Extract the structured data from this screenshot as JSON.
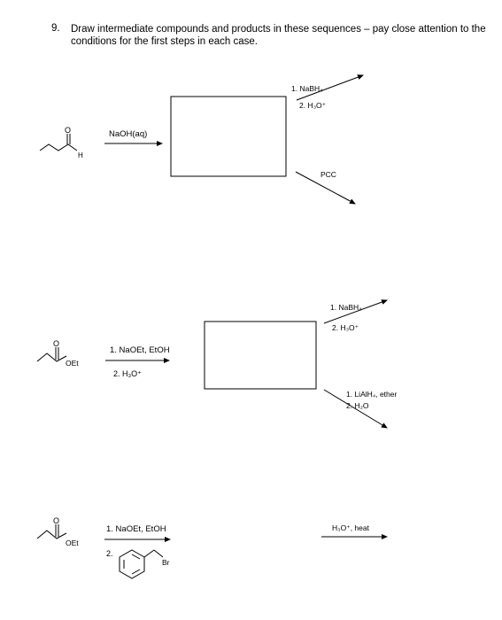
{
  "question": {
    "number": "9.",
    "text": "Draw intermediate compounds and products in these sequences – pay close attention to the conditions for the first steps in each case."
  },
  "scheme1": {
    "start_label_O": "O",
    "start_label_H": "H",
    "reagent": "NaOH(aq)",
    "upper_step1": "1. NaBH₄",
    "upper_step2": "2. H₃O⁺",
    "lower_reagent": "PCC"
  },
  "scheme2": {
    "start_label_O": "O",
    "start_label_OEt": "OEt",
    "reagent_step1": "1. NaOEt, EtOH",
    "reagent_step2": "2. H₃O⁺",
    "upper_step1": "1. NaBH₄",
    "upper_step2": "2. H₃O⁺",
    "lower_step1": "1. LiAlH₄, ether",
    "lower_step2": "2. H₂O"
  },
  "scheme3": {
    "start_label_O": "O",
    "start_label_OEt": "OEt",
    "reagent_step1": "1. NaOEt, EtOH",
    "reagent_step2": "2.",
    "benzyl_label": "Br",
    "final_reagent": "H₃O⁺, heat"
  }
}
